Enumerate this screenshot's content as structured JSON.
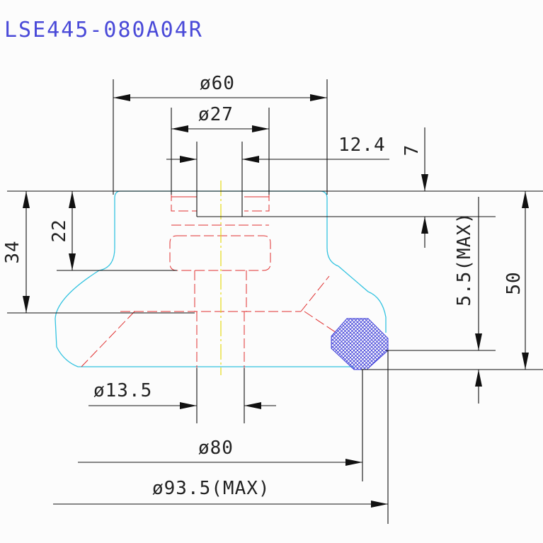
{
  "title": "LSE445-080A04R",
  "dimensions": {
    "d60": "ø60",
    "d27": "ø27",
    "d12_4": "12.4",
    "d7": "7",
    "d22": "22",
    "d34": "34",
    "d5_5": "5.5(MAX)",
    "d50": "50",
    "d13_5": "ø13.5",
    "d80": "ø80",
    "d93_5": "ø93.5(MAX)"
  },
  "colors": {
    "outline": "#33c3e0",
    "hidden": "#e03030",
    "centerline": "#e3d800",
    "dimension": "#111111",
    "oring_hatch": "#3b3bd8",
    "title": "#4a4ad8"
  }
}
